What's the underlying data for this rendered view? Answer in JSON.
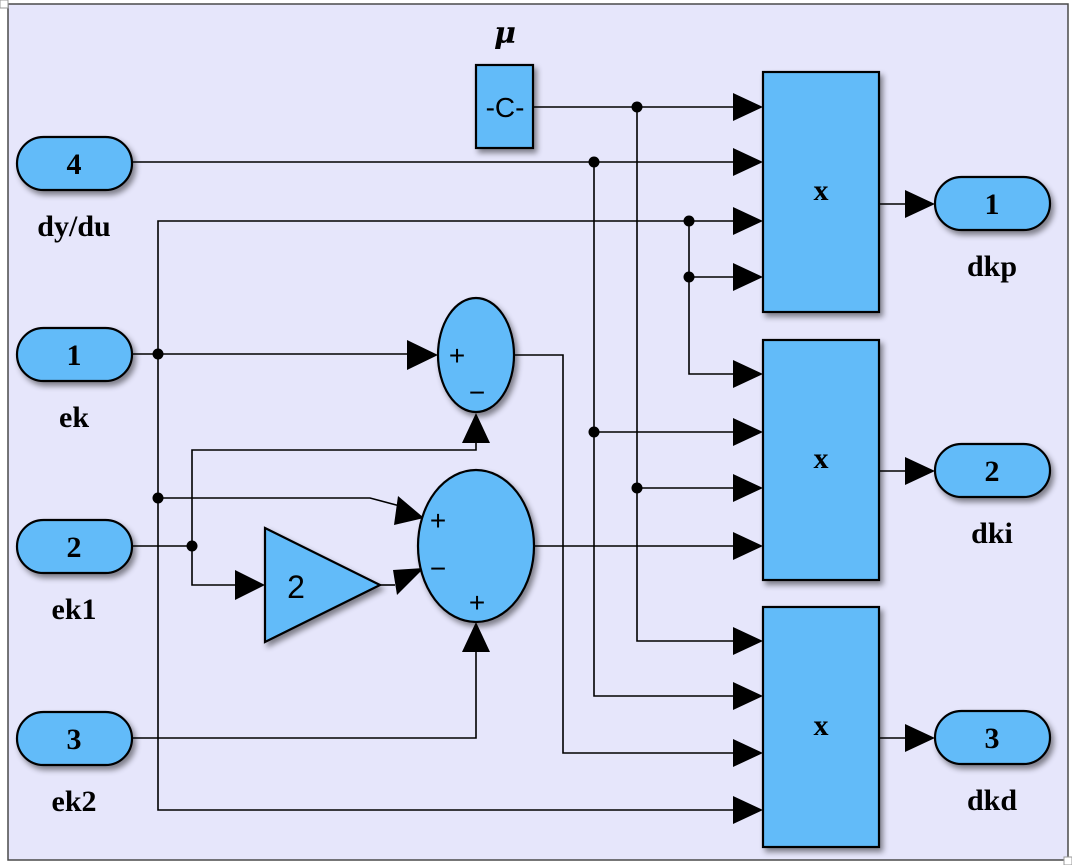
{
  "diagram": {
    "type": "simulink-subsystem",
    "background_color": "#e6e6fb",
    "block_color": "#62bbf9",
    "inports": [
      {
        "number": "4",
        "label": "dy/du"
      },
      {
        "number": "1",
        "label": "ek"
      },
      {
        "number": "2",
        "label": "ek1"
      },
      {
        "number": "3",
        "label": "ek2"
      }
    ],
    "outports": [
      {
        "number": "1",
        "label": "dkp"
      },
      {
        "number": "2",
        "label": "dki"
      },
      {
        "number": "3",
        "label": "dkd"
      }
    ],
    "constant": {
      "text": "-C-",
      "label": "μ"
    },
    "gain": {
      "value": "2"
    },
    "sum1": {
      "signs": [
        "+",
        "−"
      ]
    },
    "sum2": {
      "signs": [
        "+",
        "−",
        "+"
      ]
    },
    "products": [
      {
        "label": "x",
        "output": "dkp"
      },
      {
        "label": "x",
        "output": "dki"
      },
      {
        "label": "x",
        "output": "dkd"
      }
    ]
  }
}
